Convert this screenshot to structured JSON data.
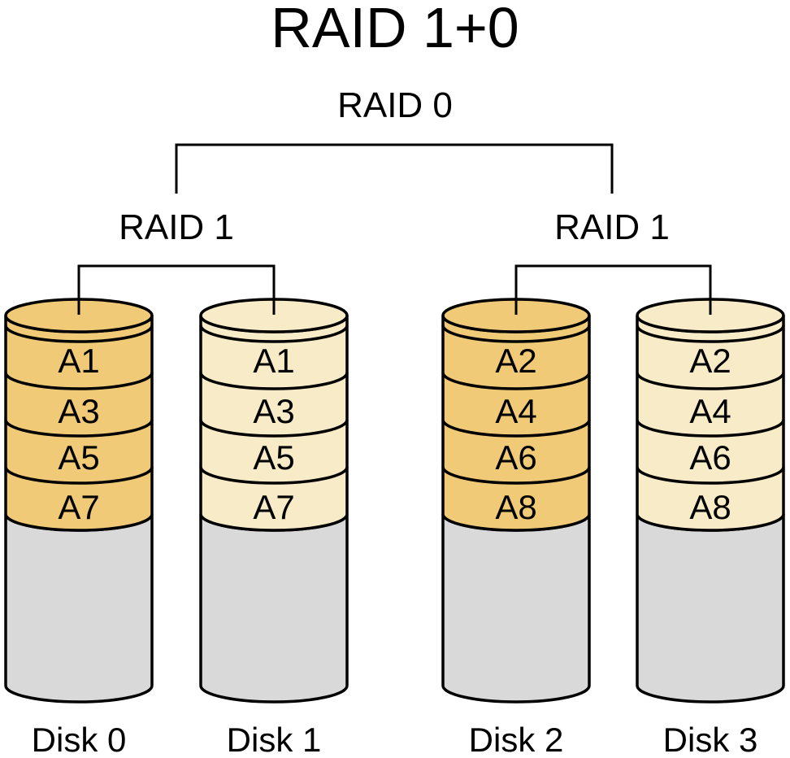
{
  "title": "RAID 1+0",
  "raid0": {
    "label": "RAID 0"
  },
  "groups": [
    {
      "label": "RAID 1",
      "disks": [
        {
          "name": "Disk 0",
          "shade": "dark",
          "blocks": [
            "A1",
            "A3",
            "A5",
            "A7"
          ]
        },
        {
          "name": "Disk 1",
          "shade": "light",
          "blocks": [
            "A1",
            "A3",
            "A5",
            "A7"
          ]
        }
      ]
    },
    {
      "label": "RAID 1",
      "disks": [
        {
          "name": "Disk 2",
          "shade": "dark",
          "blocks": [
            "A2",
            "A4",
            "A6",
            "A8"
          ]
        },
        {
          "name": "Disk 3",
          "shade": "light",
          "blocks": [
            "A2",
            "A4",
            "A6",
            "A8"
          ]
        }
      ]
    }
  ],
  "colors": {
    "disk_dark_fill": "#F0CA77",
    "disk_light_fill": "#F8EBC8",
    "disk_unused_fill": "#D9D9D9",
    "line": "#000000"
  }
}
